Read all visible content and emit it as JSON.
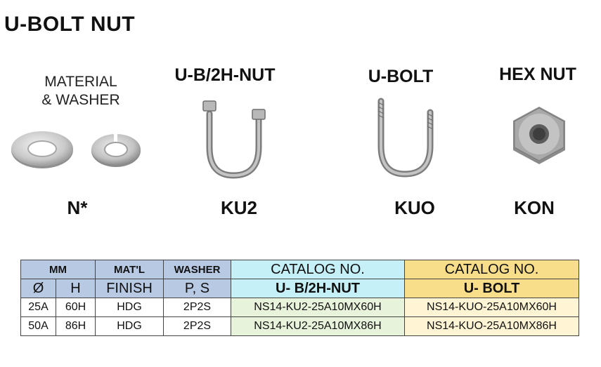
{
  "title": "U-BOLT NUT",
  "products": {
    "material": {
      "line1": "MATERIAL",
      "line2": "& WASHER",
      "code": "N*"
    },
    "u_b_2h_nut": {
      "label": "U-B/2H-NUT",
      "code": "KU2"
    },
    "u_bolt": {
      "label": "U-BOLT",
      "code": "KUO"
    },
    "hex_nut": {
      "label": "HEX NUT",
      "code": "KON"
    }
  },
  "table": {
    "header_row1": {
      "mm": "MM",
      "matl": "MAT'L",
      "washer": "WASHER",
      "cat1": "CATALOG NO.",
      "cat2": "CATALOG NO."
    },
    "header_row2": {
      "dia": "Ø",
      "h": "H",
      "finish": "FINISH",
      "ps": "P, S",
      "cat1_name": "U- B/2H-NUT",
      "cat2_name": "U- BOLT"
    },
    "rows": [
      {
        "dia": "25A",
        "h": "60H",
        "finish": "HDG",
        "washer": "2P2S",
        "cat1": "NS14-KU2-25A10MX60H",
        "cat2": "NS14-KUO-25A10MX60H"
      },
      {
        "dia": "50A",
        "h": "86H",
        "finish": "HDG",
        "washer": "2P2S",
        "cat1": "NS14-KU2-25A10MX86H",
        "cat2": "NS14-KUO-25A10MX86H"
      }
    ]
  }
}
